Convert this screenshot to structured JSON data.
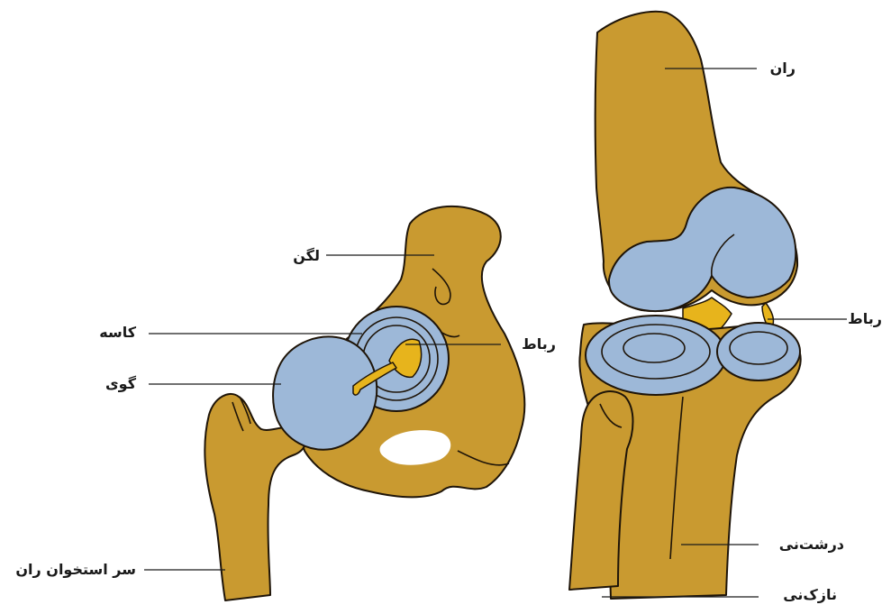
{
  "diagram": {
    "colors": {
      "bone": "#c99a30",
      "bone_outline": "#1e1408",
      "cartilage": "#9db8d8",
      "ligament": "#e7b41c",
      "leader_line": "#1a1a1a",
      "background": "#ffffff"
    },
    "hip": {
      "labels": {
        "pelvis": "لگن",
        "acetabulum": "کاسه",
        "ball": "گوی",
        "ligament": "رباط",
        "femur_head": "سر استخوان ران"
      }
    },
    "knee": {
      "labels": {
        "femur": "ران",
        "ligament": "رباط",
        "tibia": "درشت‌نی",
        "fibula": "نازک‌نی"
      }
    }
  }
}
